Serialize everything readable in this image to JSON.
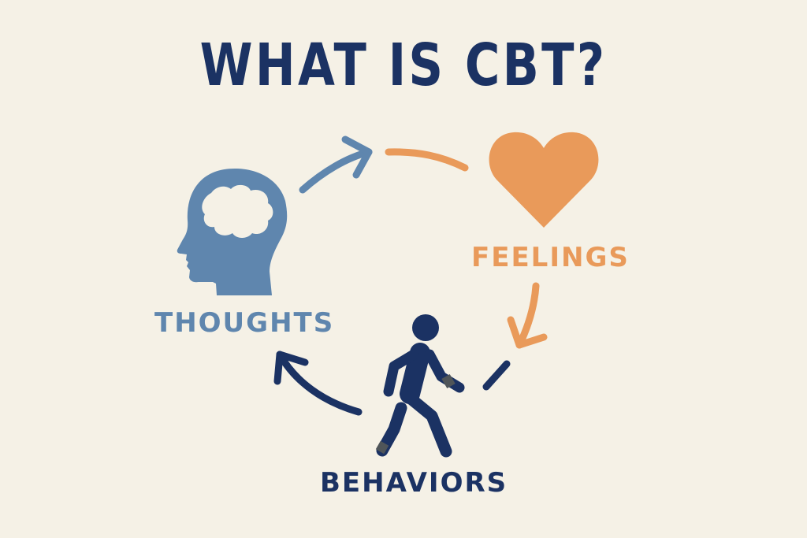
{
  "title": "WHAT IS CBT?",
  "nodes": {
    "thoughts": {
      "label": "THOUGHTS",
      "icon": "head-brain-icon",
      "color": "#5f86ae"
    },
    "feelings": {
      "label": "FEELINGS",
      "icon": "heart-icon",
      "color": "#e99a5a"
    },
    "behaviors": {
      "label": "BEHAVIORS",
      "icon": "walking-person-icon",
      "color": "#1b3263"
    }
  },
  "cycle": [
    {
      "from": "THOUGHTS",
      "to": "FEELINGS"
    },
    {
      "from": "FEELINGS",
      "to": "BEHAVIORS"
    },
    {
      "from": "BEHAVIORS",
      "to": "THOUGHTS"
    }
  ],
  "colors": {
    "background": "#f5f1e6",
    "title": "#1b3263"
  }
}
